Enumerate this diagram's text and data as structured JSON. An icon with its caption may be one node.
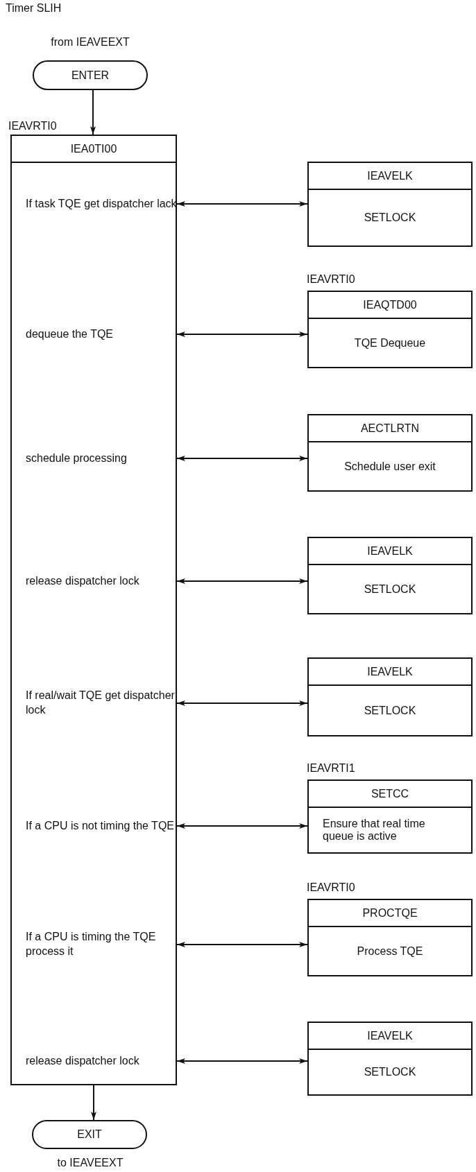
{
  "diagram": {
    "title": "Timer SLIH",
    "nodes": [
      {
        "text": [
          "ENTER"
        ],
        "beside": [
          "from IEAVEEXT"
        ]
      },
      {
        "text": [
          "IEA0TI00"
        ],
        "beside": [
          "IEAVRTI0"
        ]
      },
      {
        "text": [
          "If task TQE get dispatcher lack"
        ],
        "in": 1
      },
      {
        "text": [
          "dequeue the TQE"
        ],
        "in": 1
      },
      {
        "text": [
          "schedule processing"
        ],
        "in": 1
      },
      {
        "text": [
          "release dispatcher lock"
        ],
        "in": 1
      },
      {
        "text": [
          "If real/wait TQE get dispatcher lock"
        ],
        "in": 1
      },
      {
        "text": [
          "If a CPU is not timing the TQE"
        ],
        "in": 1
      },
      {
        "text": [
          "If a CPU is timing the TQE process it"
        ],
        "in": 1
      },
      {
        "text": [
          "release dispatcher lock"
        ],
        "in": 1
      },
      {
        "text": [
          "IEAVELK",
          "SETLOCK"
        ]
      },
      {
        "text": [
          "IEAQTD00",
          "TQE Dequeue"
        ],
        "beside": [
          "IEAVRTI0"
        ]
      },
      {
        "text": [
          "AECTLRTN",
          "Schedule user exit"
        ]
      },
      {
        "text": [
          "IEAVELK",
          "SETLOCK"
        ]
      },
      {
        "text": [
          "IEAVELK",
          "SETLOCK"
        ]
      },
      {
        "text": [
          "SETCC",
          "Ensure that real time queue is active"
        ],
        "beside": [
          "IEAVRTI1"
        ]
      },
      {
        "text": [
          "PROCTQE",
          "Process TQE"
        ],
        "beside": [
          "IEAVRTI0"
        ]
      },
      {
        "text": [
          "IEAVELK",
          "SETLOCK"
        ]
      },
      {
        "text": [
          "EXIT"
        ],
        "beside": [
          "to IEAVEEXT"
        ]
      }
    ],
    "edges": [
      {
        "from": 0,
        "to": 1,
        "arrow": "to"
      },
      {
        "from": 2,
        "to": 10,
        "arrow": "both"
      },
      {
        "from": 3,
        "to": 11,
        "arrow": "both"
      },
      {
        "from": 4,
        "to": 12,
        "arrow": "both"
      },
      {
        "from": 5,
        "to": 13,
        "arrow": "both"
      },
      {
        "from": 6,
        "to": 14,
        "arrow": "both"
      },
      {
        "from": 7,
        "to": 15,
        "arrow": "both"
      },
      {
        "from": 8,
        "to": 16,
        "arrow": "both"
      },
      {
        "from": 9,
        "to": 17,
        "arrow": "both"
      },
      {
        "from": 1,
        "to": 18,
        "arrow": "to"
      }
    ]
  }
}
